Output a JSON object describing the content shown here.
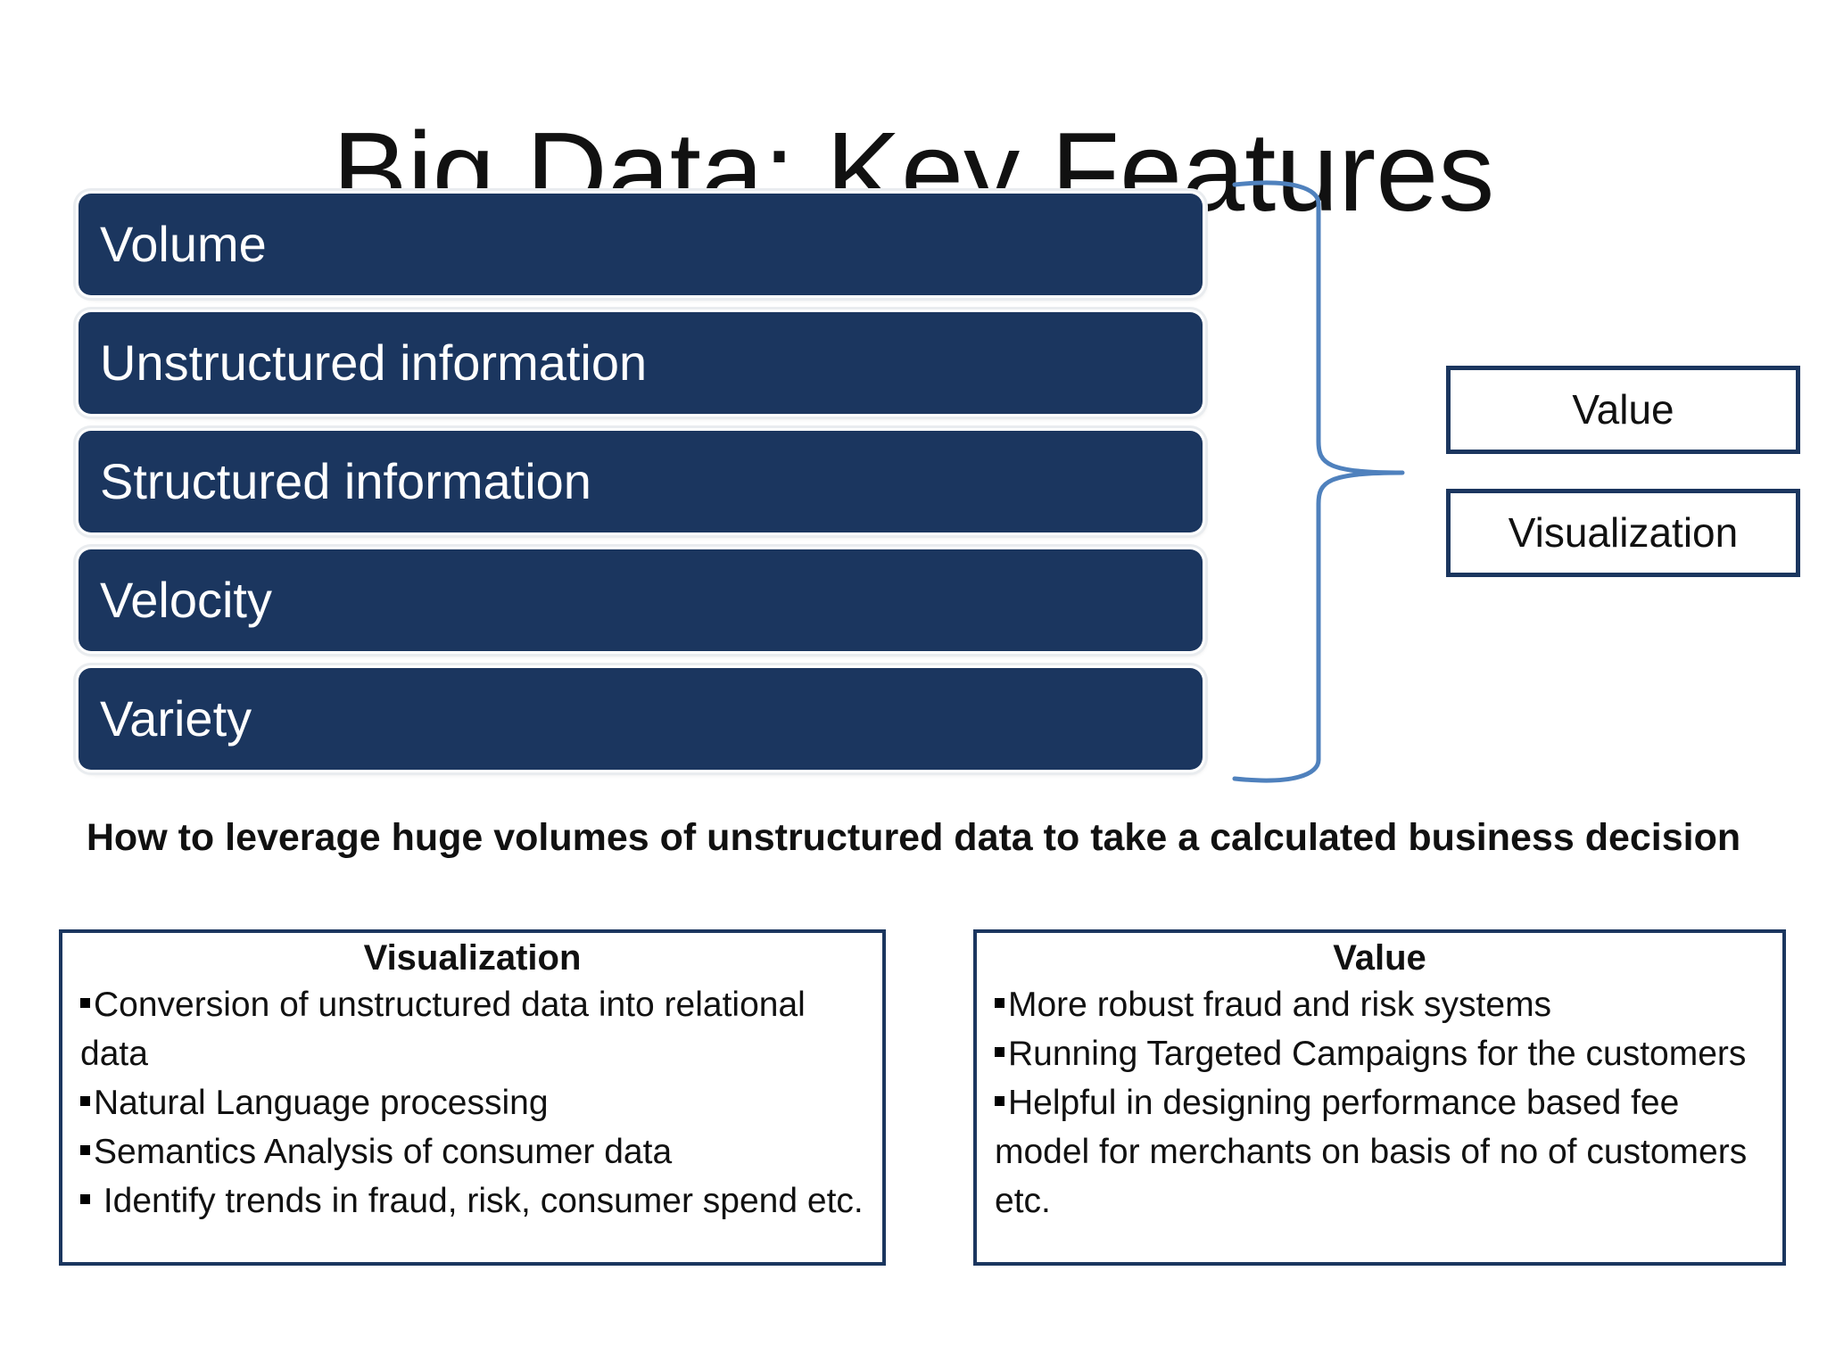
{
  "title": "Big Data: Key Features",
  "features": [
    {
      "label": "Volume"
    },
    {
      "label": "Unstructured information"
    },
    {
      "label": "Structured information"
    },
    {
      "label": "Velocity"
    },
    {
      "label": "Variety"
    }
  ],
  "outcomes": [
    {
      "label": "Value"
    },
    {
      "label": "Visualization"
    }
  ],
  "statement": "How to leverage huge volumes of unstructured data to take a calculated business decision",
  "panels": {
    "visualization": {
      "heading": "Visualization",
      "items": [
        "Conversion of unstructured data into relational data",
        "Natural Language processing",
        "Semantics Analysis of consumer data",
        " Identify trends in fraud, risk, consumer spend etc."
      ]
    },
    "value": {
      "heading": "Value",
      "items": [
        "More robust fraud and risk systems",
        "Running Targeted Campaigns for the customers",
        "Helpful in designing performance based fee model for merchants on basis of no of customers etc."
      ]
    }
  },
  "colors": {
    "feature_fill": "#1b365f",
    "feature_text": "#ffffff",
    "brace_stroke": "#4f81bd",
    "box_border": "#1b365f",
    "text": "#111111"
  }
}
